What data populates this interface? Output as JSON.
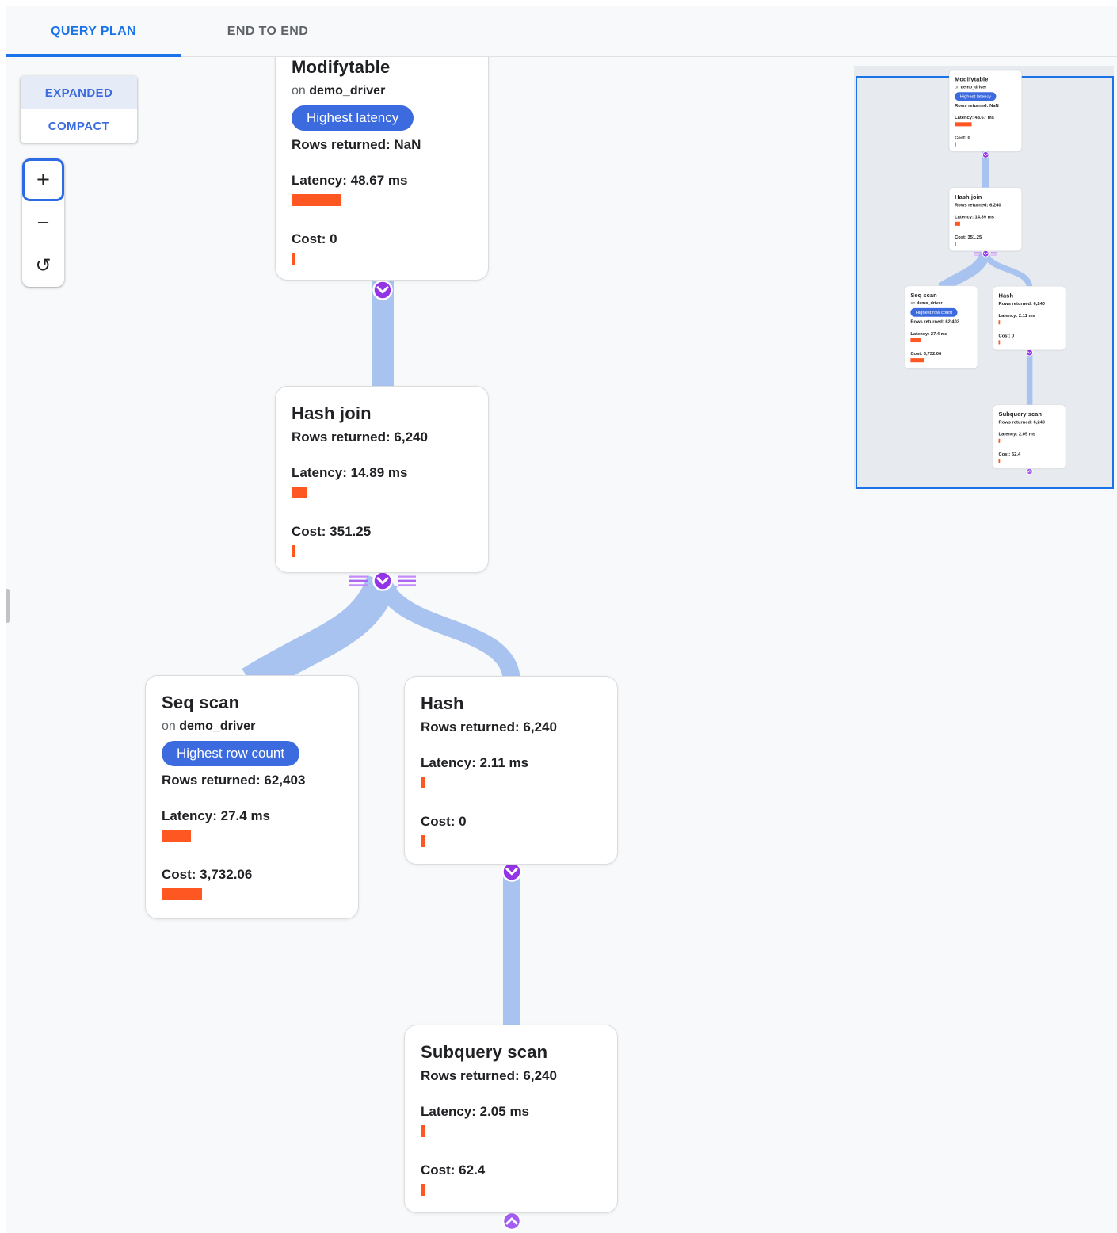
{
  "tabs": [
    {
      "label": "QUERY PLAN",
      "active": true
    },
    {
      "label": "END TO END",
      "active": false
    }
  ],
  "view_toggle": {
    "expanded_label": "EXPANDED",
    "compact_label": "COMPACT",
    "selected": "EXPANDED"
  },
  "zoom_controls": {
    "zoom_in_label": "+",
    "zoom_out_label": "−",
    "reset_label": "↺"
  },
  "nodes": {
    "modifytable": {
      "title": "Modifytable",
      "on_prefix": "on",
      "table": "demo_driver",
      "badge": "Highest latency",
      "rows_text": "Rows returned: NaN",
      "latency_text": "Latency: 48.67 ms",
      "cost_text": "Cost: 0",
      "latency_bar_style": "width:63px",
      "cost_bar_style": "width:5px"
    },
    "hash_join": {
      "title": "Hash join",
      "rows_text": "Rows returned: 6,240",
      "latency_text": "Latency: 14.89 ms",
      "cost_text": "Cost: 351.25",
      "latency_bar_style": "width:20px",
      "cost_bar_style": "width:5px"
    },
    "seq_scan": {
      "title": "Seq scan",
      "on_prefix": "on",
      "table": "demo_driver",
      "badge": "Highest row count",
      "rows_text": "Rows returned: 62,403",
      "latency_text": "Latency: 27.4 ms",
      "cost_text": "Cost: 3,732.06",
      "latency_bar_style": "width:37px",
      "cost_bar_style": "width:51px"
    },
    "hash": {
      "title": "Hash",
      "rows_text": "Rows returned: 6,240",
      "latency_text": "Latency: 2.11 ms",
      "cost_text": "Cost: 0",
      "latency_bar_style": "width:5px",
      "cost_bar_style": "width:5px"
    },
    "subquery_scan": {
      "title": "Subquery scan",
      "rows_text": "Rows returned: 6,240",
      "latency_text": "Latency: 2.05 ms",
      "cost_text": "Cost: 62.4",
      "latency_bar_style": "width:5px",
      "cost_bar_style": "width:5px"
    }
  },
  "colors": {
    "tab_blue": "#1a73e8",
    "badge_blue": "#3c6be0",
    "bar_orange": "#ff5722",
    "edge_blue": "#a9c3f1",
    "toggle_purple": "#9334e6",
    "toggle_purple_light": "#a45df2",
    "stripe_purple": "#c58af9",
    "canvas_bg": "#f8f9fa",
    "minimap_bg": "#e7eaee"
  }
}
